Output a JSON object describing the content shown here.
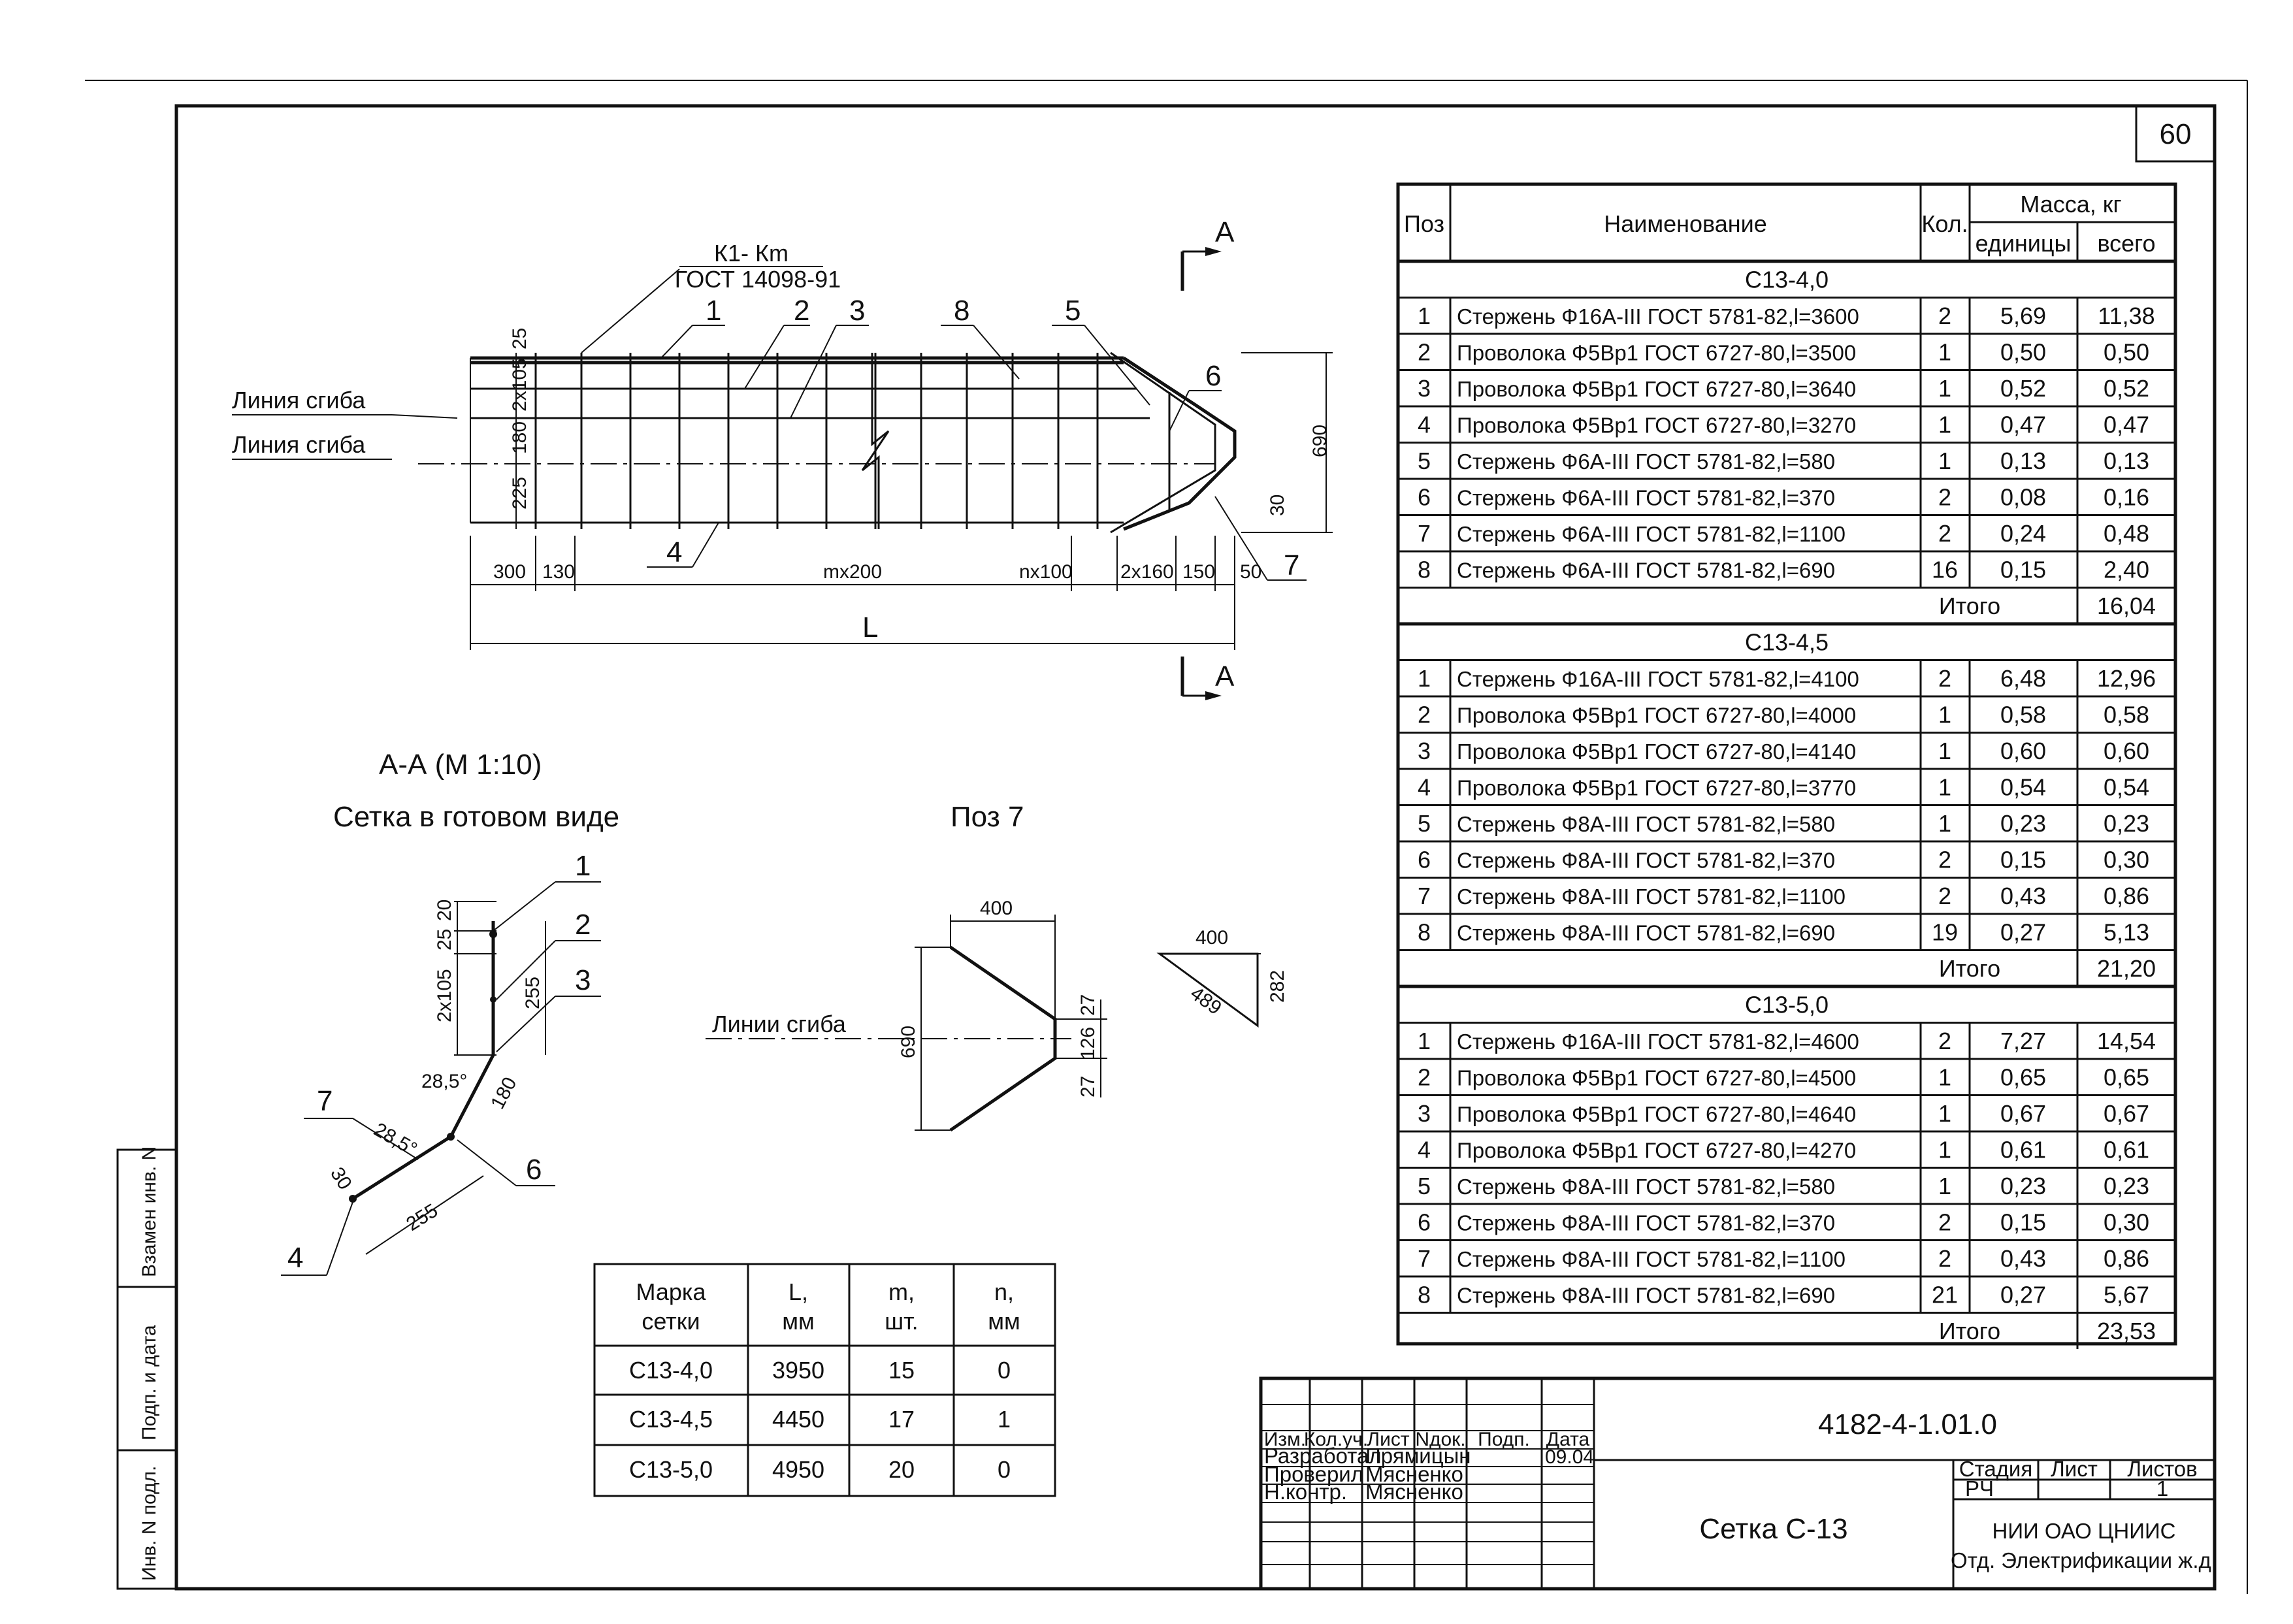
{
  "sheet": {
    "page_number": "60",
    "doc_code": "4182-4-1.01.0",
    "title": "Сетка С-13"
  },
  "plan": {
    "bend_labels": [
      "Линия сгиба",
      "Линия сгиба"
    ],
    "callout": {
      "line1": "К1- Кm",
      "line2": "ГОСТ 14098-91"
    },
    "pos_labels": [
      "1",
      "2",
      "3",
      "8",
      "5",
      "6",
      "4",
      "7"
    ],
    "vdims": [
      "25",
      "2x105",
      "180",
      "225"
    ],
    "hdims": [
      "300",
      "130",
      "mx200",
      "nx100",
      "2x160",
      "150",
      "50"
    ],
    "overall_length": "L",
    "height_dim": "690",
    "small_dim": "30",
    "section_mark": "A"
  },
  "section": {
    "title": "А-А (М 1:10)",
    "subtitle": "Сетка в готовом виде",
    "pos_labels": [
      "1",
      "2",
      "3",
      "7",
      "6",
      "4"
    ],
    "dims": [
      "20",
      "25",
      "2x105",
      "255",
      "28,5°",
      "28,5°",
      "180",
      "30",
      "255"
    ]
  },
  "pos7": {
    "title": "Поз 7",
    "label": "Линии сгиба",
    "dims": [
      "400",
      "690",
      "27",
      "126",
      "27"
    ],
    "triangle": [
      "400",
      "489",
      "282"
    ]
  },
  "mesh_table": {
    "headers": [
      "Марка сетки",
      "L, мм",
      "m, шт.",
      "n, мм"
    ],
    "rows": [
      [
        "С13-4,0",
        "3950",
        "15",
        "0"
      ],
      [
        "С13-4,5",
        "4450",
        "17",
        "1"
      ],
      [
        "С13-5,0",
        "4950",
        "20",
        "0"
      ]
    ]
  },
  "spec": {
    "headers": {
      "pos": "Поз",
      "name": "Наименование",
      "qty": "Кол.",
      "mass": "Масса, кг",
      "unit": "единицы",
      "total": "всего"
    },
    "total_label": "Итого",
    "groups": [
      {
        "title": "С13-4,0",
        "total": "16,04",
        "rows": [
          [
            "1",
            "Стержень Ф16А-III  ГОСТ 5781-82,l=3600",
            "2",
            "5,69",
            "11,38"
          ],
          [
            "2",
            "Проволока Ф5Вр1  ГОСТ 6727-80,l=3500",
            "1",
            "0,50",
            "0,50"
          ],
          [
            "3",
            "Проволока Ф5Вр1  ГОСТ 6727-80,l=3640",
            "1",
            "0,52",
            "0,52"
          ],
          [
            "4",
            "Проволока Ф5Вр1  ГОСТ 6727-80,l=3270",
            "1",
            "0,47",
            "0,47"
          ],
          [
            "5",
            "Стержень Ф6А-III  ГОСТ 5781-82,l=580",
            "1",
            "0,13",
            "0,13"
          ],
          [
            "6",
            "Стержень Ф6А-III  ГОСТ 5781-82,l=370",
            "2",
            "0,08",
            "0,16"
          ],
          [
            "7",
            "Стержень Ф6А-III  ГОСТ 5781-82,l=1100",
            "2",
            "0,24",
            "0,48"
          ],
          [
            "8",
            "Стержень Ф6А-III  ГОСТ 5781-82,l=690",
            "16",
            "0,15",
            "2,40"
          ]
        ]
      },
      {
        "title": "С13-4,5",
        "total": "21,20",
        "rows": [
          [
            "1",
            "Стержень Ф16А-III  ГОСТ 5781-82,l=4100",
            "2",
            "6,48",
            "12,96"
          ],
          [
            "2",
            "Проволока Ф5Вр1  ГОСТ 6727-80,l=4000",
            "1",
            "0,58",
            "0,58"
          ],
          [
            "3",
            "Проволока Ф5Вр1  ГОСТ 6727-80,l=4140",
            "1",
            "0,60",
            "0,60"
          ],
          [
            "4",
            "Проволока Ф5Вр1  ГОСТ 6727-80,l=3770",
            "1",
            "0,54",
            "0,54"
          ],
          [
            "5",
            "Стержень Ф8А-III  ГОСТ 5781-82,l=580",
            "1",
            "0,23",
            "0,23"
          ],
          [
            "6",
            "Стержень Ф8А-III  ГОСТ 5781-82,l=370",
            "2",
            "0,15",
            "0,30"
          ],
          [
            "7",
            "Стержень Ф8А-III  ГОСТ 5781-82,l=1100",
            "2",
            "0,43",
            "0,86"
          ],
          [
            "8",
            "Стержень Ф8А-III  ГОСТ 5781-82,l=690",
            "19",
            "0,27",
            "5,13"
          ]
        ]
      },
      {
        "title": "С13-5,0",
        "total": "23,53",
        "rows": [
          [
            "1",
            "Стержень Ф16А-III  ГОСТ 5781-82,l=4600",
            "2",
            "7,27",
            "14,54"
          ],
          [
            "2",
            "Проволока Ф5Вр1  ГОСТ 6727-80,l=4500",
            "1",
            "0,65",
            "0,65"
          ],
          [
            "3",
            "Проволока Ф5Вр1  ГОСТ 6727-80,l=4640",
            "1",
            "0,67",
            "0,67"
          ],
          [
            "4",
            "Проволока Ф5Вр1  ГОСТ 6727-80,l=4270",
            "1",
            "0,61",
            "0,61"
          ],
          [
            "5",
            "Стержень Ф8А-III  ГОСТ 5781-82,l=580",
            "1",
            "0,23",
            "0,23"
          ],
          [
            "6",
            "Стержень Ф8А-III  ГОСТ 5781-82,l=370",
            "2",
            "0,15",
            "0,30"
          ],
          [
            "7",
            "Стержень Ф8А-III  ГОСТ 5781-82,l=1100",
            "2",
            "0,43",
            "0,86"
          ],
          [
            "8",
            "Стержень Ф8А-III  ГОСТ 5781-82,l=690",
            "21",
            "0,27",
            "5,67"
          ]
        ]
      }
    ]
  },
  "title_block": {
    "col_headers": [
      "Изм.",
      "Кол.уч.",
      "Лист",
      "Nдок.",
      "Подп.",
      "Дата"
    ],
    "roles": [
      "Разработал",
      "Проверил",
      "Н.контр."
    ],
    "names": [
      "Прямицын",
      "Мясненко",
      "Мясненко"
    ],
    "date": "09.04",
    "stage_headers": [
      "Стадия",
      "Лист",
      "Листов"
    ],
    "stage_values": [
      "РЧ",
      "",
      "1"
    ],
    "org_line1": "НИИ ОАО ЦНИИС",
    "org_line2": "Отд. Электрификации ж.д."
  },
  "side_stamp": [
    "Инв. N подл.",
    "Подп. и дата",
    "Взамен инв. N"
  ]
}
